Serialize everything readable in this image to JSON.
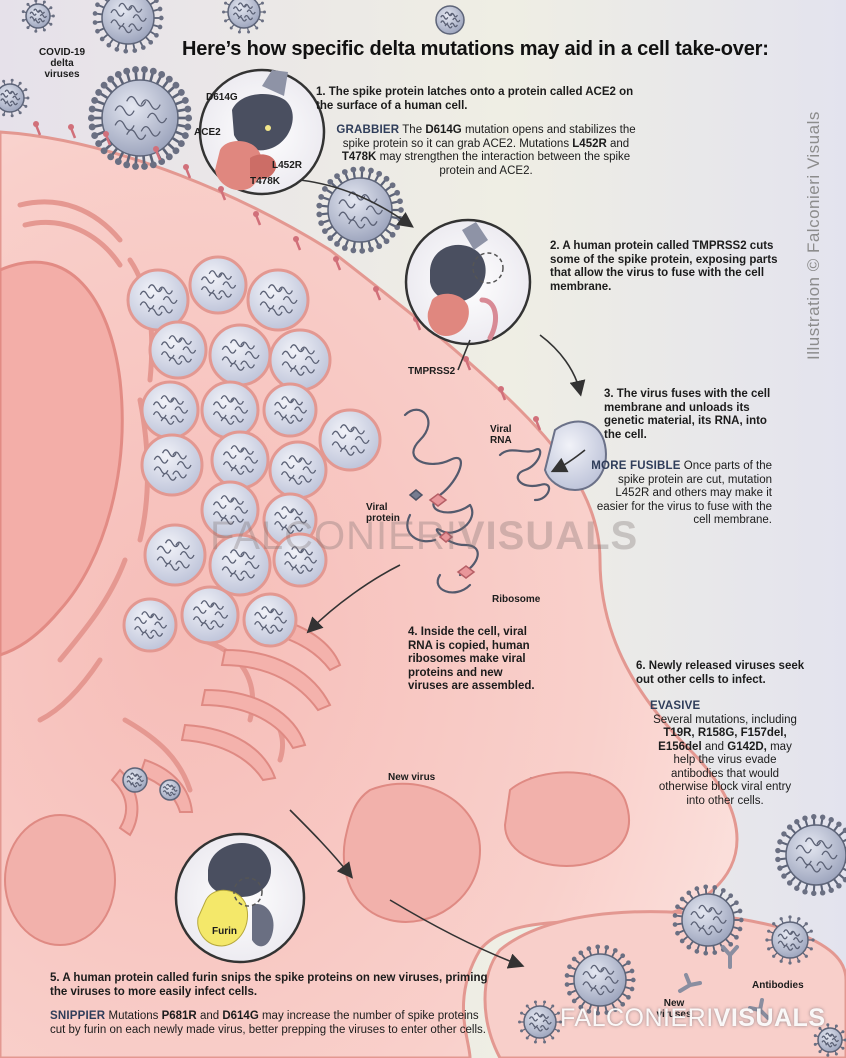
{
  "title": "Here’s how specific delta mutations may aid in a cell take-over:",
  "credit": "Illustration © Falconieri Visuals",
  "watermark": {
    "part1": "FALCONIERI",
    "part2": "VISUALS"
  },
  "labels": {
    "covid": "COVID-19 delta viruses",
    "d614g": "D614G",
    "ace2": "ACE2",
    "l452r": "L452R",
    "t478k": "T478K",
    "tmprss2": "TMPRSS2",
    "viral_rna": "Viral RNA",
    "viral_protein": "Viral protein",
    "ribosome": "Ribosome",
    "new_virus": "New virus",
    "furin": "Furin",
    "antibodies": "Antibodies",
    "new_viruses": "New viruses"
  },
  "steps": {
    "s1": "1. The spike protein latches onto a protein called ACE2 on the surface of a human cell.",
    "s1_kw": "GRABBIER",
    "s1_body_a": "The",
    "s1_body_b": "D614G",
    "s1_body_c": "mutation opens and stabilizes the spike protein so it can grab ACE2. Mutations",
    "s1_body_d": "L452R",
    "s1_body_e": "and",
    "s1_body_f": "T478K",
    "s1_body_g": "may strengthen the interaction between the spike protein and ACE2.",
    "s2": "2. A human protein called TMPRSS2 cuts some of the spike protein, exposing parts that allow the virus to fuse with the cell membrane.",
    "s3": "3. The virus fuses with the cell membrane and unloads its genetic material, its RNA, into the cell.",
    "s3_kw": "MORE FUSIBLE",
    "s3_body": "Once parts of the spike protein are cut, mutation L452R and others may make it easier for the virus to fuse with the cell membrane.",
    "s4": "4. Inside the cell, viral RNA is copied, human ribosomes make viral proteins and new viruses are assembled.",
    "s5": "5. A human protein called furin snips the spike proteins on new viruses, priming the viruses to more easily infect cells.",
    "s5_kw": "SNIPPIER",
    "s5_body_a": "Mutations",
    "s5_body_b": "P681R",
    "s5_body_c": "and",
    "s5_body_d": "D614G",
    "s5_body_e": "may increase the number of spike proteins cut by furin on each newly made virus, better prepping the viruses to enter other cells.",
    "s6": "6. Newly released viruses seek out other cells to infect.",
    "s6_kw": "EVASIVE",
    "s6_body_a": "Several mutations, including",
    "s6_body_b": "T19R, R158G, F157del, E156del",
    "s6_body_c": "and",
    "s6_body_d": "G142D,",
    "s6_body_e": "may help the virus evade antibodies that would otherwise block viral entry into other cells."
  },
  "colors": {
    "cell": "#f8c9c5",
    "cell_edge": "#e9958f",
    "virus": "#b8bfd4",
    "virus_edge": "#5d6478",
    "spike": "#6a6f82",
    "ace2": "#e0877f",
    "furin": "#f4e86a",
    "background": "#e9e6ee"
  }
}
